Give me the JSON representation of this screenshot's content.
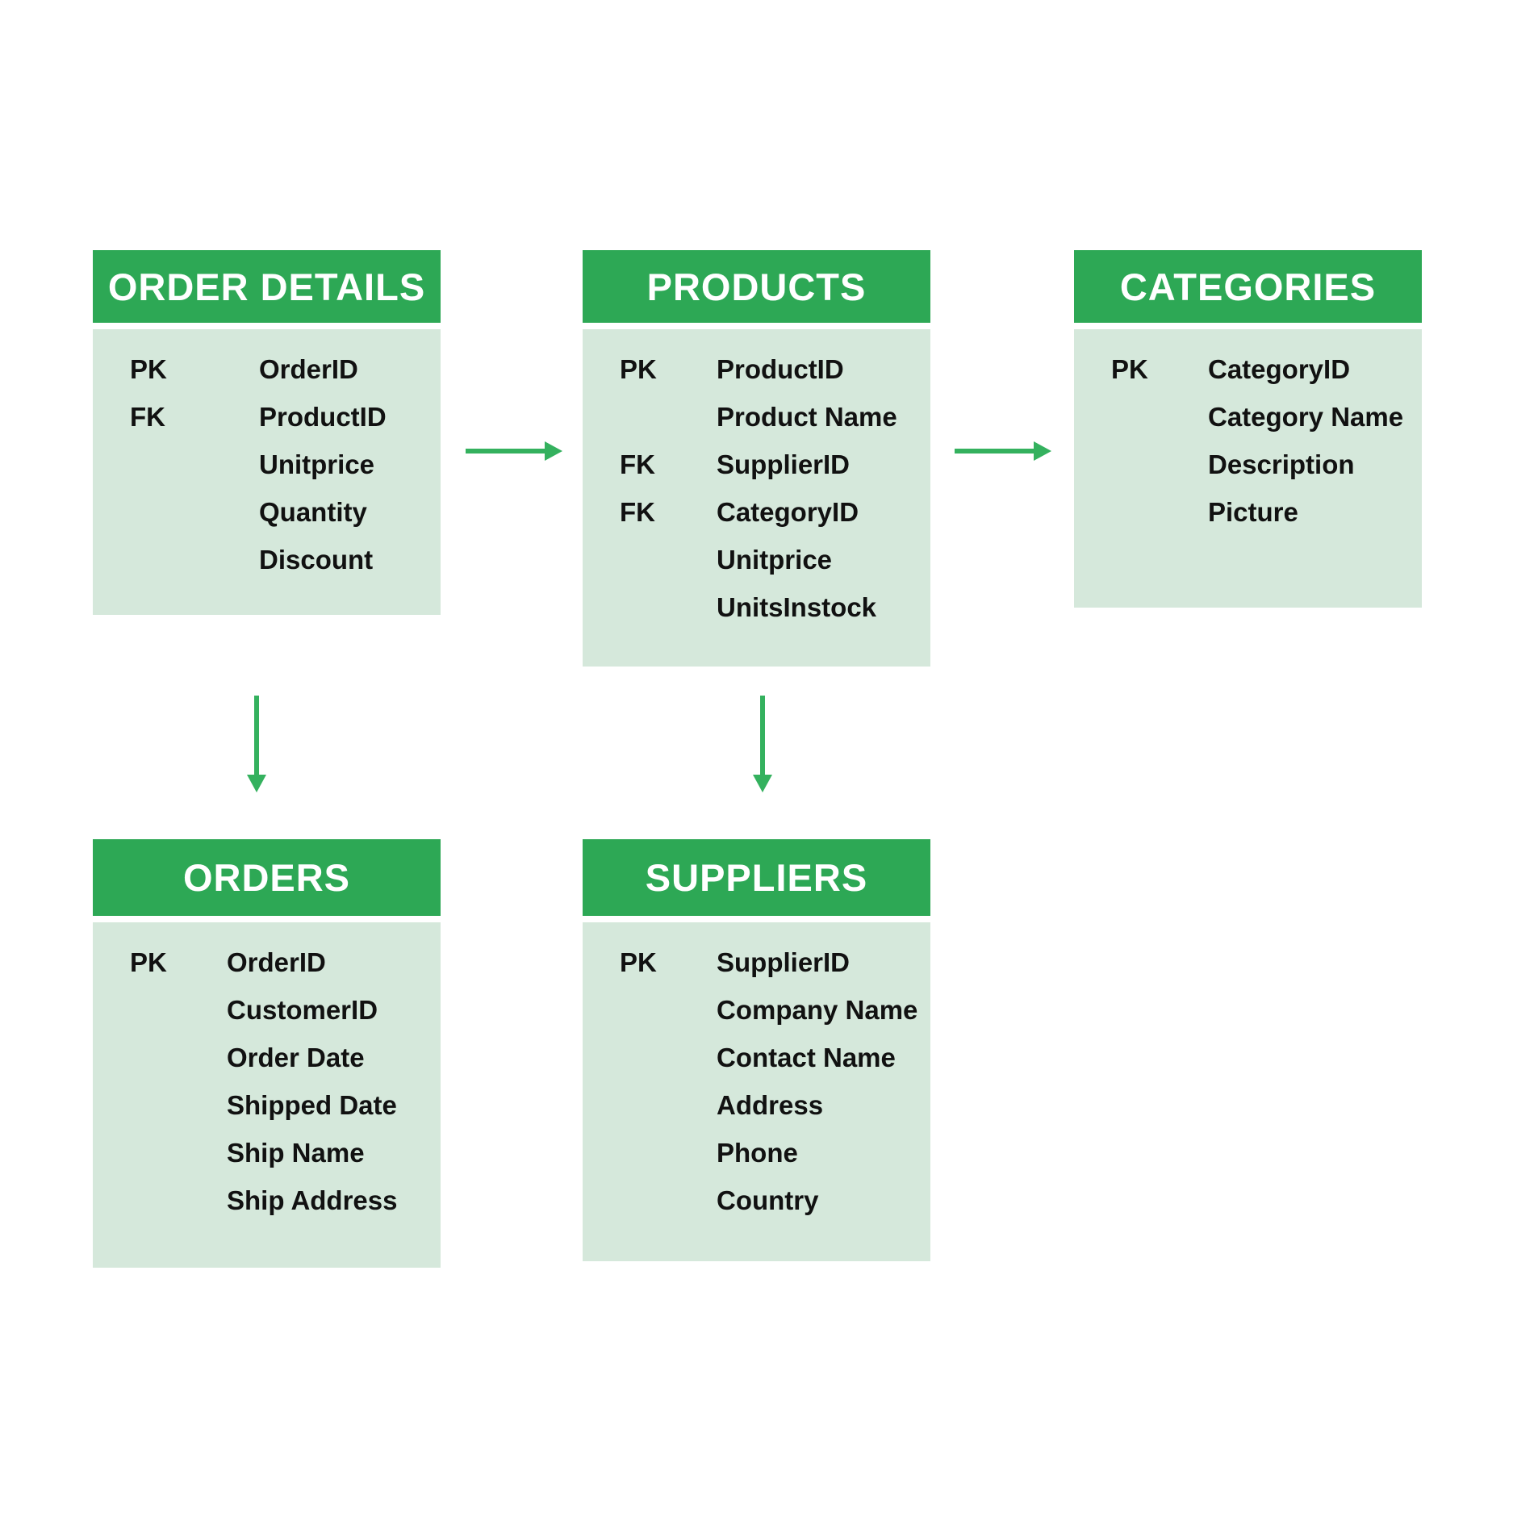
{
  "colors": {
    "header_green": "#2DA855",
    "body_green": "#D5E8DB",
    "arrow_green": "#34B15E",
    "header_text": "#FFFFFF",
    "field_text": "#111111",
    "background": "#FFFFFF"
  },
  "tables": [
    {
      "id": "order_details",
      "title": "ORDER DETAILS",
      "fields": [
        {
          "key": "PK",
          "name": "OrderID"
        },
        {
          "key": "FK",
          "name": "ProductID"
        },
        {
          "key": "",
          "name": "Unitprice"
        },
        {
          "key": "",
          "name": "Quantity"
        },
        {
          "key": "",
          "name": "Discount"
        }
      ]
    },
    {
      "id": "products",
      "title": "PRODUCTS",
      "fields": [
        {
          "key": "PK",
          "name": "ProductID"
        },
        {
          "key": "",
          "name": "Product Name"
        },
        {
          "key": "FK",
          "name": "SupplierID"
        },
        {
          "key": "FK",
          "name": "CategoryID"
        },
        {
          "key": "",
          "name": "Unitprice"
        },
        {
          "key": "",
          "name": "UnitsInstock"
        }
      ]
    },
    {
      "id": "categories",
      "title": "CATEGORIES",
      "fields": [
        {
          "key": "PK",
          "name": "CategoryID"
        },
        {
          "key": "",
          "name": "Category Name"
        },
        {
          "key": "",
          "name": "Description"
        },
        {
          "key": "",
          "name": "Picture"
        }
      ]
    },
    {
      "id": "orders",
      "title": "ORDERS",
      "fields": [
        {
          "key": "PK",
          "name": "OrderID"
        },
        {
          "key": "",
          "name": "CustomerID"
        },
        {
          "key": "",
          "name": "Order Date"
        },
        {
          "key": "",
          "name": "Shipped Date"
        },
        {
          "key": "",
          "name": "Ship Name"
        },
        {
          "key": "",
          "name": "Ship Address"
        }
      ]
    },
    {
      "id": "suppliers",
      "title": "SUPPLIERS",
      "fields": [
        {
          "key": "PK",
          "name": "SupplierID"
        },
        {
          "key": "",
          "name": "Company Name"
        },
        {
          "key": "",
          "name": "Contact Name"
        },
        {
          "key": "",
          "name": "Address"
        },
        {
          "key": "",
          "name": "Phone"
        },
        {
          "key": "",
          "name": "Country"
        }
      ]
    }
  ],
  "relationships": [
    {
      "from": "order_details",
      "to": "products",
      "direction": "right"
    },
    {
      "from": "products",
      "to": "categories",
      "direction": "right"
    },
    {
      "from": "order_details",
      "to": "orders",
      "direction": "down"
    },
    {
      "from": "products",
      "to": "suppliers",
      "direction": "down"
    }
  ]
}
